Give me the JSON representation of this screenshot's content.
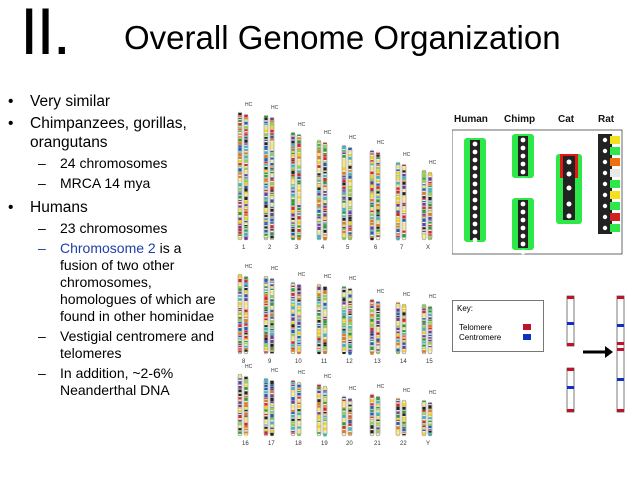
{
  "slide": {
    "section_numeral": "II.",
    "title": "Overall Genome Organization"
  },
  "bullets": {
    "b1": "Very similar",
    "b2": "Chimpanzees, gorillas, orangutans",
    "b2_sub1": "24 chromosomes",
    "b2_sub2": "MRCA 14 mya",
    "b3": "Humans",
    "b3_sub1": "23 chromosomes",
    "b3_sub2_link": "Chromosome 2",
    "b3_sub2_rest": " is a fusion of two other chromosomes, homologues of which are found in other hominidae",
    "b3_sub3": "Vestigial centromere and telomeres",
    "b3_sub4": "In addition, ~2-6% Neanderthal DNA"
  },
  "karyotype": {
    "chromosome_labels": [
      "1",
      "2",
      "3",
      "4",
      "5",
      "6",
      "7",
      "X",
      "8",
      "9",
      "10",
      "11",
      "12",
      "13",
      "14",
      "15",
      "16",
      "17",
      "18",
      "19",
      "20",
      "21",
      "22",
      "Y"
    ],
    "pair_marker": "HC"
  },
  "comparison": {
    "species": [
      "Human",
      "Chimp",
      "Cat",
      "Rat"
    ]
  },
  "key": {
    "title": "Key:",
    "telomere_label": "Telomere",
    "centromere_label": "Centromere",
    "telomere_color": "#c0102a",
    "centromere_color": "#1030c0"
  },
  "colors": {
    "link": "#1f3fa8",
    "green": "#2ee84a",
    "red": "#e01818"
  }
}
